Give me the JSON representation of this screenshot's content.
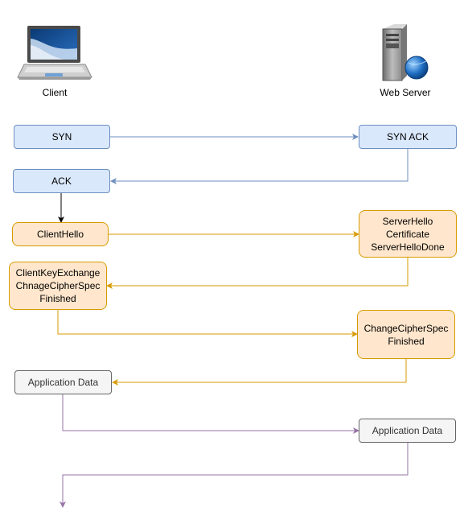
{
  "actors": {
    "client": "Client",
    "server": "Web Server"
  },
  "messages": {
    "syn": "SYN",
    "syn_ack": "SYN ACK",
    "ack": "ACK",
    "client_hello": "ClientHello",
    "server_hello": "ServerHello\nCertificate\nServerHelloDone",
    "client_key_exchange": "ClientKeyExchange\nChnageCipherSpec\nFinished",
    "change_cipher_spec": "ChangeCipherSpec\nFinished",
    "app_data_client": "Application Data",
    "app_data_server": "Application Data"
  },
  "icons": {
    "client": "laptop-icon",
    "server": "server-icon"
  },
  "colors": {
    "tcp_fill": "#dae8fc",
    "tcp_stroke": "#6c8ebf",
    "tls_fill": "#ffe6cc",
    "tls_stroke": "#d79b00",
    "data_fill": "#f5f5f5",
    "data_stroke": "#666666",
    "data_arrow": "#9673a6"
  }
}
